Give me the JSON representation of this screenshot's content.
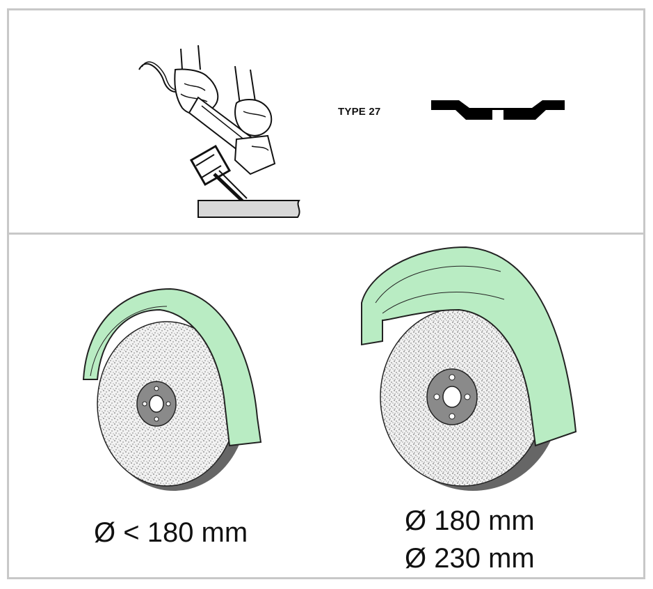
{
  "top_panel": {
    "disc_type_label": "TYPE 27"
  },
  "bottom_panel": {
    "small_guard_caption": "Ø < 180 mm",
    "large_guard_captions": [
      "Ø 180 mm",
      "Ø 230 mm"
    ]
  },
  "colors": {
    "guard_fill": "#b9ecc3",
    "frame_border": "#c8c8c8",
    "disc_texture": "#e8e8e8"
  }
}
